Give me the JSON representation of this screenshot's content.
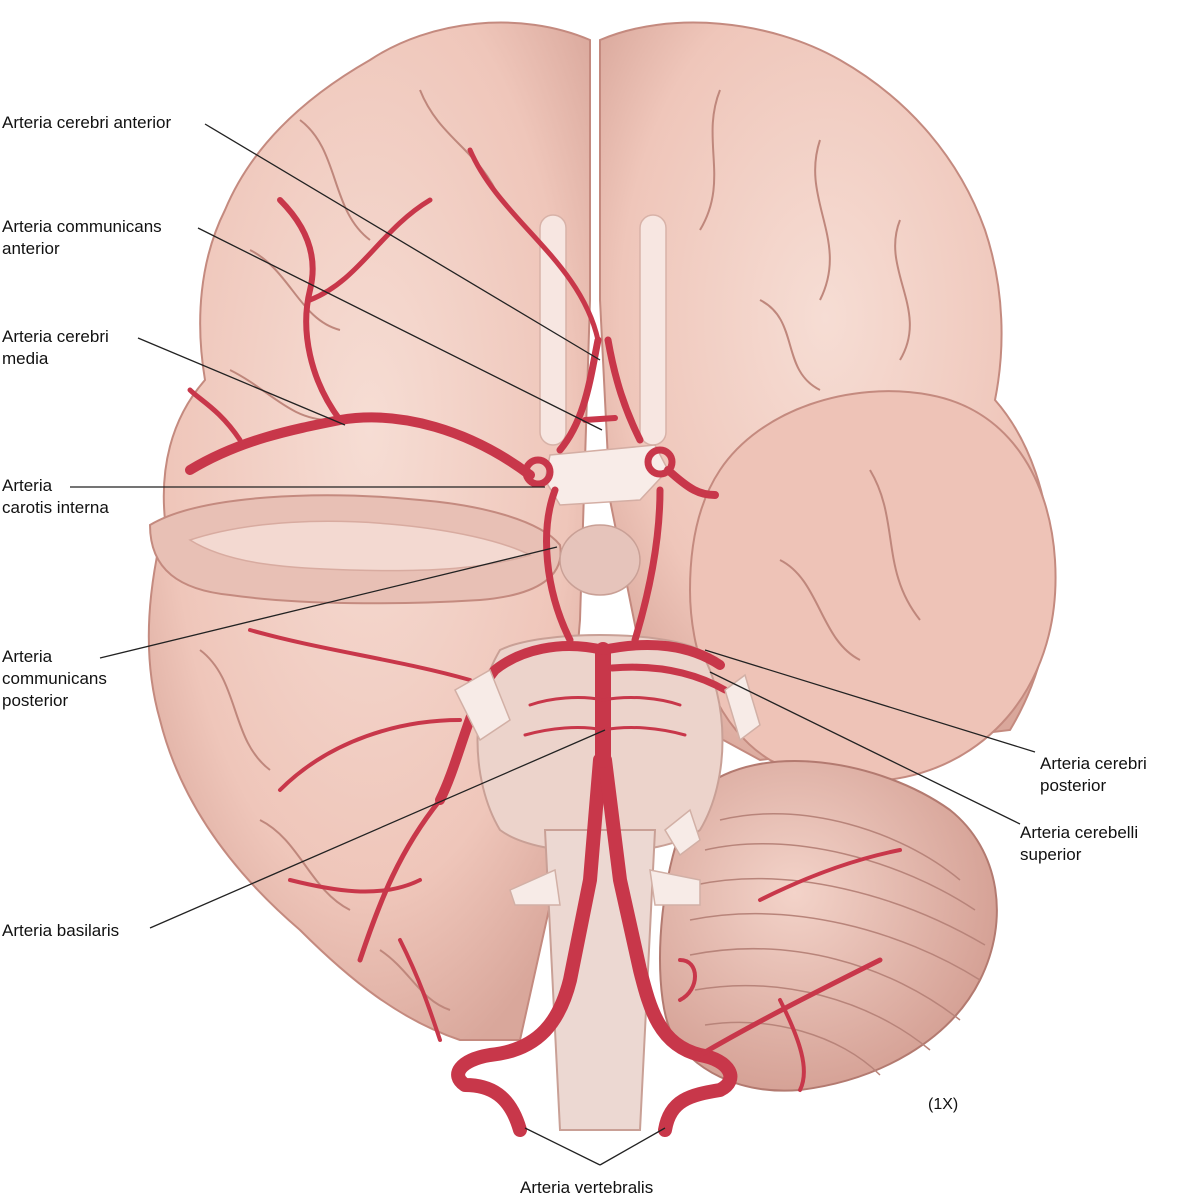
{
  "labels": {
    "cerebri_anterior": "Arteria cerebri anterior",
    "communicans_anterior": "Arteria communicans\nanterior",
    "cerebri_media": "Arteria cerebri\nmedia",
    "carotis_interna": "Arteria\ncarotis interna",
    "communicans_posterior": "Arteria\ncommunicans\nposterior",
    "basilaris": "Arteria basilaris",
    "cerebri_posterior": "Arteria cerebri\nposterior",
    "cerebelli_superior": "Arteria cerebelli\nsuperior",
    "vertebralis": "Arteria vertebralis"
  },
  "magnification": "(1X)",
  "colors": {
    "brain_fill": "#f2cfc4",
    "brain_shadow": "#d9a79b",
    "gyri_line": "#b57a70",
    "artery": "#c8374a",
    "artery_dark": "#8e1f2f",
    "nerve": "#f6e8e4",
    "leader": "#222222"
  }
}
